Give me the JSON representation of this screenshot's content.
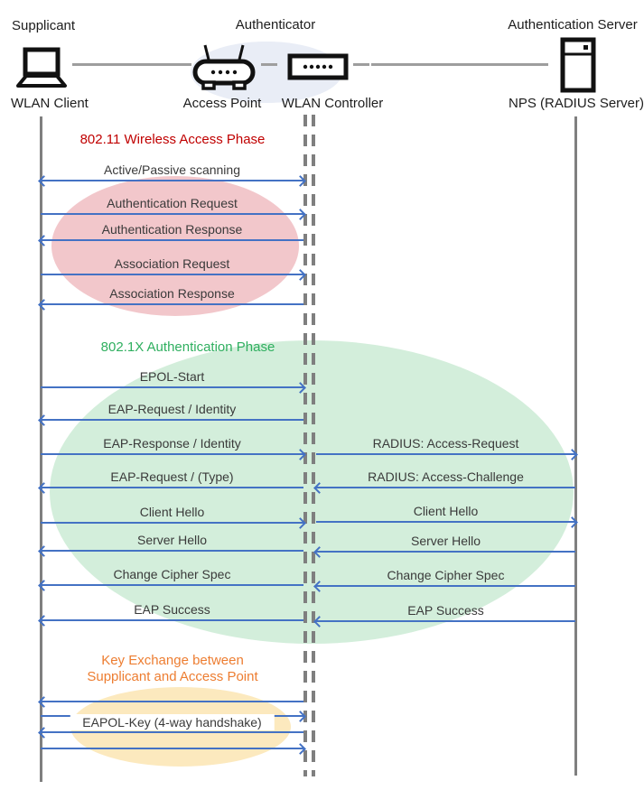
{
  "header": {
    "roles": [
      {
        "label": "Supplicant"
      },
      {
        "label": "Authenticator"
      },
      {
        "label": "Authentication Server"
      }
    ],
    "devices": [
      {
        "label": "WLAN Client",
        "icon": "laptop-icon"
      },
      {
        "label": "Access Point",
        "icon": "access-point-icon"
      },
      {
        "label": "WLAN Controller",
        "icon": "wlan-controller-icon"
      },
      {
        "label": "NPS (RADIUS Server)",
        "icon": "server-icon"
      }
    ]
  },
  "phases": {
    "wireless": {
      "title": "802.11 Wireless Access Phase",
      "color": "#C00000"
    },
    "auth": {
      "title": "802.1X Authentication Phase",
      "color": "#2FAF5F"
    },
    "key_exchange": {
      "title_line1": "Key Exchange between",
      "title_line2": "Supplicant and Access Point",
      "color": "#ED7D31"
    }
  },
  "messages": {
    "client_to_controller": [
      {
        "label": "Active/Passive scanning",
        "direction": "both"
      },
      {
        "label": "Authentication Request",
        "direction": "right"
      },
      {
        "label": "Authentication Response",
        "direction": "left"
      },
      {
        "label": "Association Request",
        "direction": "right"
      },
      {
        "label": "Association Response",
        "direction": "left"
      },
      {
        "label": "EPOL-Start",
        "direction": "right"
      },
      {
        "label": "EAP-Request / Identity",
        "direction": "left"
      },
      {
        "label": "EAP-Response / Identity",
        "direction": "right"
      },
      {
        "label": "EAP-Request / (Type)",
        "direction": "left"
      },
      {
        "label": "Client Hello",
        "direction": "right"
      },
      {
        "label": "Server Hello",
        "direction": "left"
      },
      {
        "label": "Change Cipher Spec",
        "direction": "left"
      },
      {
        "label": "EAP Success",
        "direction": "left"
      },
      {
        "label": "",
        "direction": "left"
      },
      {
        "label": "",
        "direction": "right"
      },
      {
        "label": "EAPOL-Key (4-way handshake)",
        "direction": "left"
      },
      {
        "label": "",
        "direction": "right"
      }
    ],
    "controller_to_server": [
      {
        "label": "RADIUS: Access-Request",
        "direction": "right"
      },
      {
        "label": "RADIUS: Access-Challenge",
        "direction": "left"
      },
      {
        "label": "Client Hello",
        "direction": "right"
      },
      {
        "label": "Server Hello",
        "direction": "left"
      },
      {
        "label": "Change Cipher Spec",
        "direction": "left"
      },
      {
        "label": "EAP Success",
        "direction": "left"
      }
    ]
  },
  "colors": {
    "arrow": "#4472C4",
    "lifeline": "#7f7f7f",
    "phase_wireless_fill": "#F2C7CB",
    "phase_auth_fill": "#D3EEDB",
    "phase_key_fill": "#FCE9BE",
    "authenticator_fill": "#E9EDF6"
  }
}
